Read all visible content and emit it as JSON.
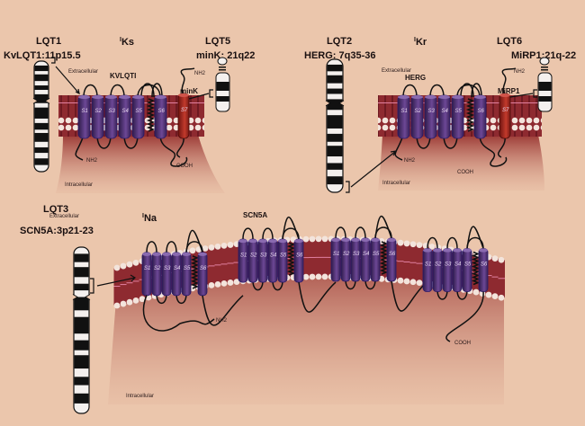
{
  "panels": {
    "iks": {
      "current": "I",
      "current_sub": "Ks",
      "left_locus": {
        "syndrome": "LQT1",
        "gene": "KvLQT1:11p15.5"
      },
      "right_locus": {
        "syndrome": "LQT5",
        "gene": "minK: 21q22"
      },
      "channel_label": "KVLQTI",
      "subunit_label": "minK",
      "extracellular": "Extracellular",
      "intracellular": "Intracellular",
      "nh2": "NH2",
      "subunit_nh2": "NH2",
      "cooh": "COOH",
      "segments": [
        "S1",
        "S2",
        "S3",
        "S4",
        "S5",
        "S6"
      ],
      "subunit_segment": "S7"
    },
    "ikr": {
      "current": "I",
      "current_sub": "Kr",
      "left_locus": {
        "syndrome": "LQT2",
        "gene": "HERG: 7q35-36"
      },
      "right_locus": {
        "syndrome": "LQT6",
        "gene": "MiRP1:21q-22"
      },
      "channel_label": "HERG",
      "subunit_label": "MiRP1",
      "extracellular": "Extracellular",
      "intracellular": "Intracellular",
      "nh2": "NH2",
      "subunit_nh2": "NH2",
      "cooh": "COOH",
      "segments": [
        "S1",
        "S2",
        "S3",
        "S4",
        "S5",
        "S6"
      ],
      "subunit_segment": "S7"
    },
    "ina": {
      "current": "I",
      "current_sub": "Na",
      "locus": {
        "syndrome": "LQT3",
        "gene": "SCN5A:3p21-23"
      },
      "channel_label": "SCN5A",
      "extracellular": "Extracellular",
      "intracellular": "Intracellular",
      "nh2": "NH2",
      "cooh": "COOH",
      "segments": [
        "S1",
        "S2",
        "S3",
        "S4",
        "S5",
        "S6"
      ]
    }
  },
  "colors": {
    "background": "#ebc6ac",
    "helix": "#4a2f6e",
    "helix_light": "#7a55a0",
    "subunit": "#a82a22",
    "membrane": "#8e2a30",
    "lipid_head": "#f3e4dc",
    "cytoplasm": "#b5574a"
  }
}
